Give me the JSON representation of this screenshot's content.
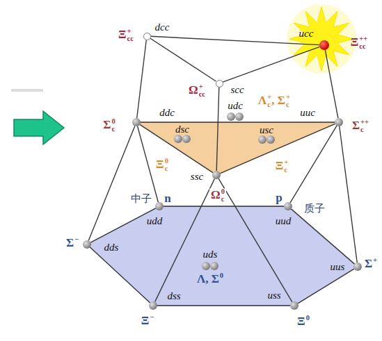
{
  "diagram": {
    "nodes": [
      {
        "text": [
          "dcc",
          "Ξcc+"
        ]
      },
      {
        "text": [
          "ucc",
          "Ξcc++"
        ]
      },
      {
        "text": [
          "scc",
          "Ωcc+"
        ]
      },
      {
        "text": [
          "Σc0",
          "ddc"
        ]
      },
      {
        "text": [
          "udc",
          "Λc+, Σc+"
        ]
      },
      {
        "text": [
          "uuc",
          "Σc++"
        ]
      },
      {
        "text": [
          "dsc",
          "Ξc0"
        ]
      },
      {
        "text": [
          "usc",
          "Ξc+"
        ]
      },
      {
        "text": [
          "ssc",
          "Ωc0"
        ]
      },
      {
        "text": [
          "中子",
          "n",
          "udd"
        ]
      },
      {
        "text": [
          "p",
          "质子",
          "uud"
        ]
      },
      {
        "text": [
          "Σ−",
          "dds"
        ]
      },
      {
        "text": [
          "uds",
          "Λ, Σ0"
        ]
      },
      {
        "text": [
          "uus",
          "Σ+"
        ]
      },
      {
        "text": [
          "dss",
          "Ξ−"
        ]
      },
      {
        "text": [
          "uss",
          "Ξ0"
        ]
      }
    ],
    "edges": [
      {
        "from": 0,
        "to": 1,
        "arrow": "none"
      },
      {
        "from": 0,
        "to": 2,
        "arrow": "none"
      },
      {
        "from": 2,
        "to": 1,
        "arrow": "none"
      },
      {
        "from": 0,
        "to": 3,
        "arrow": "none"
      },
      {
        "from": 1,
        "to": 5,
        "arrow": "none"
      },
      {
        "from": 2,
        "to": 8,
        "arrow": "none"
      },
      {
        "from": 3,
        "to": 5,
        "arrow": "none"
      },
      {
        "from": 3,
        "to": 8,
        "arrow": "none"
      },
      {
        "from": 5,
        "to": 8,
        "arrow": "none"
      },
      {
        "from": 3,
        "to": 9,
        "arrow": "none"
      },
      {
        "from": 3,
        "to": 11,
        "arrow": "none"
      },
      {
        "from": 5,
        "to": 10,
        "arrow": "none"
      },
      {
        "from": 5,
        "to": 13,
        "arrow": "none"
      },
      {
        "from": 8,
        "to": 14,
        "arrow": "none"
      },
      {
        "from": 8,
        "to": 15,
        "arrow": "none"
      },
      {
        "from": 9,
        "to": 10,
        "arrow": "none"
      },
      {
        "from": 10,
        "to": 13,
        "arrow": "none"
      },
      {
        "from": 13,
        "to": 15,
        "arrow": "none"
      },
      {
        "from": 15,
        "to": 14,
        "arrow": "none"
      },
      {
        "from": 14,
        "to": 11,
        "arrow": "none"
      },
      {
        "from": 11,
        "to": 9,
        "arrow": "none"
      }
    ]
  }
}
